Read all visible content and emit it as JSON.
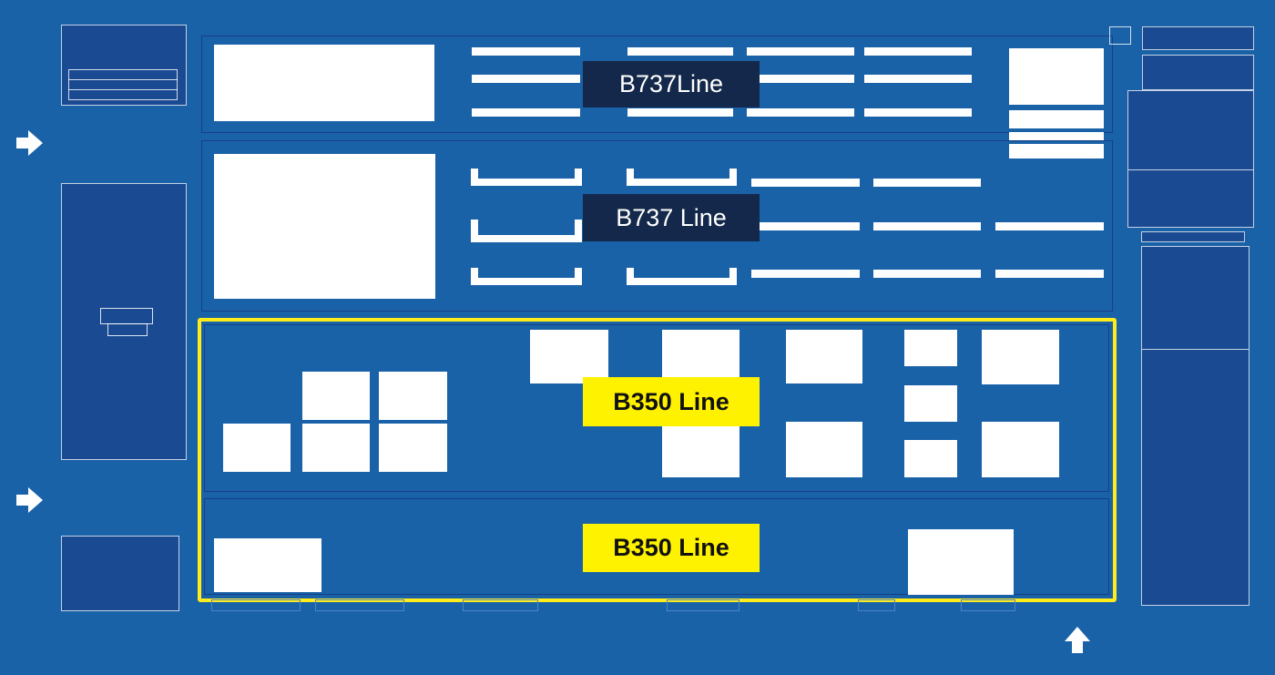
{
  "lines": {
    "b737_upper_label": "B737Line",
    "b737_lower_label": "B737 Line",
    "b350_upper_label": "B350 Line",
    "b350_lower_label": "B350 Line"
  },
  "colors": {
    "background": "#1a62a8",
    "dark_label": "#13284a",
    "highlight": "#fff200",
    "highlight_frame": "#ffec1a",
    "equipment": "#ffffff"
  },
  "icons": {
    "entry_arrow_top": "arrow-right-icon",
    "entry_arrow_bottom": "arrow-right-icon",
    "exit_arrow": "arrow-up-icon"
  }
}
